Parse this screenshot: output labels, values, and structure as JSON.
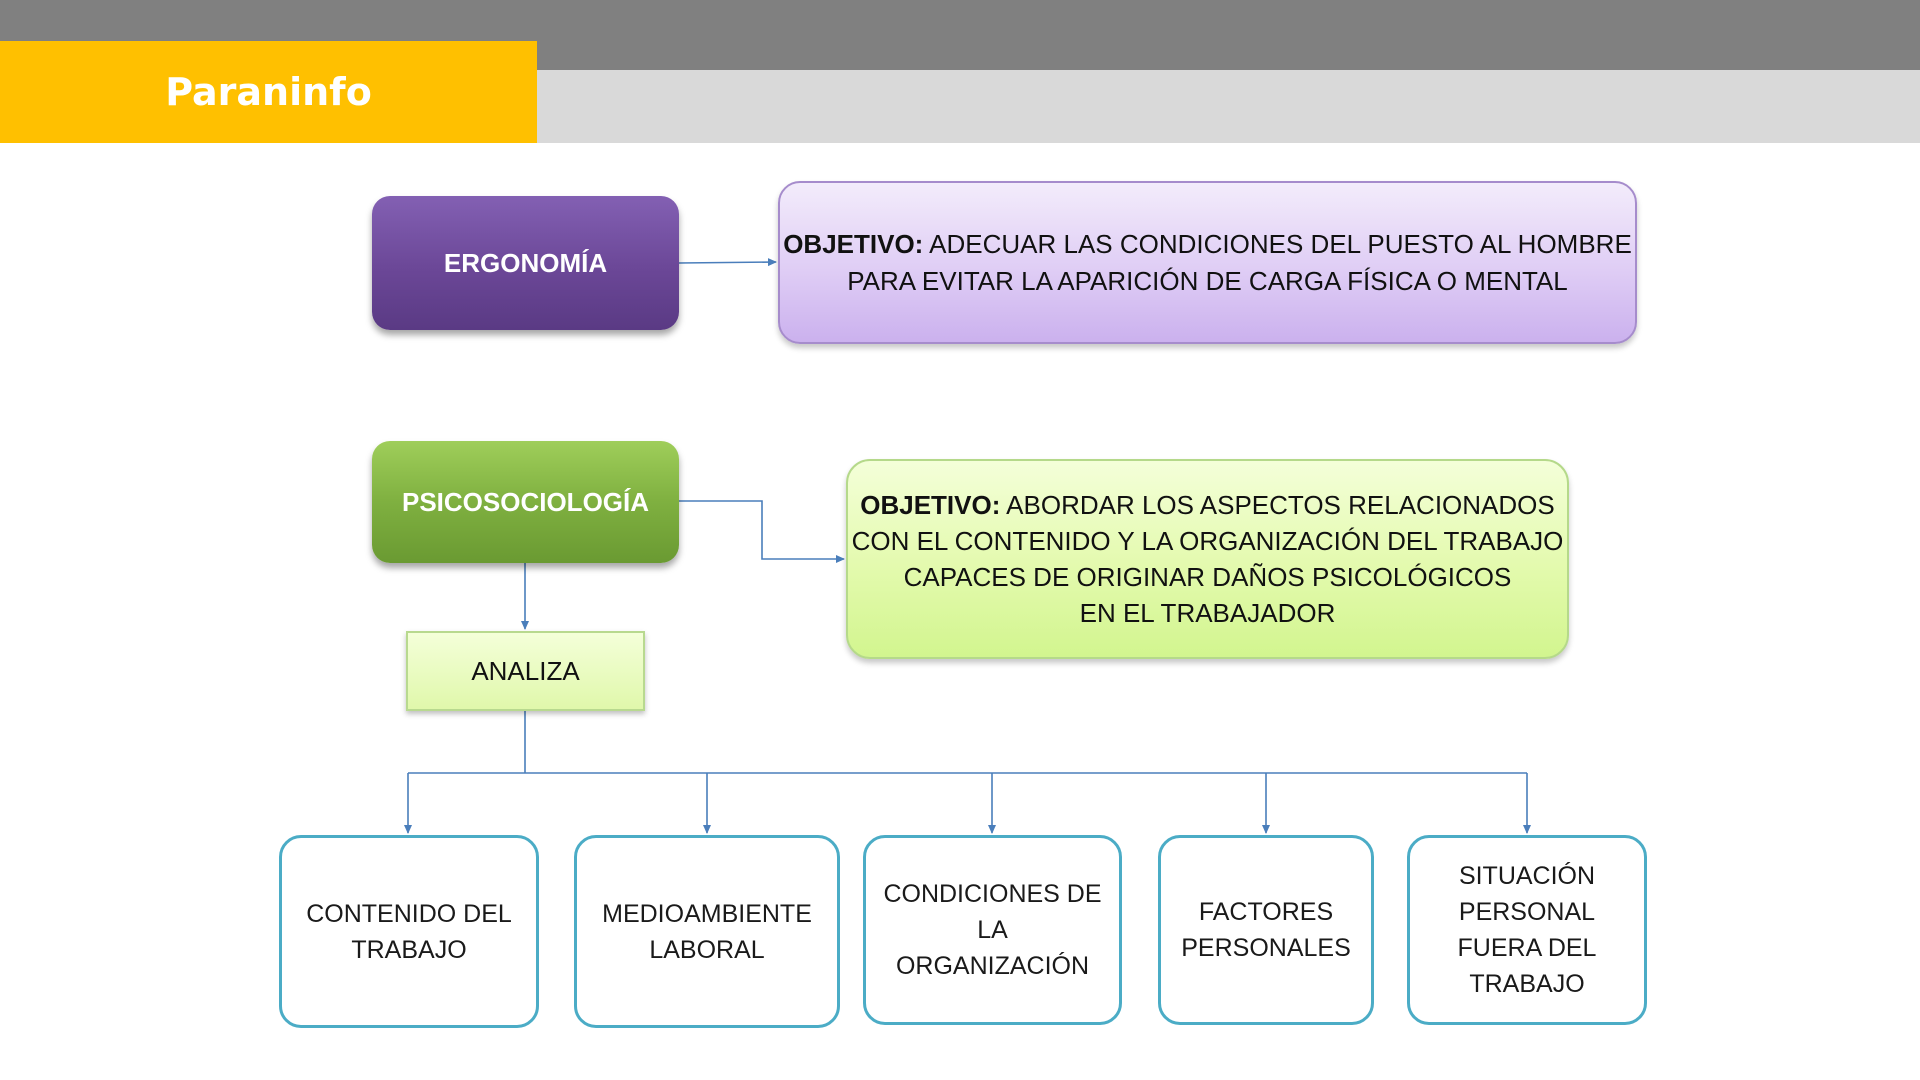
{
  "header": {
    "brand": "Paraninfo"
  },
  "ergonomia": {
    "label": "ERGONOMÍA",
    "objective_label": "OBJETIVO:",
    "objective_text": " ADECUAR LAS CONDICIONES DEL PUESTO AL HOMBRE\nPARA EVITAR LA APARICIÓN DE CARGA FÍSICA O MENTAL"
  },
  "psicosociologia": {
    "label": "PSICOSOCIOLOGÍA",
    "objective_label": "OBJETIVO:",
    "objective_text": " ABORDAR LOS ASPECTOS RELACIONADOS\nCON EL CONTENIDO Y LA ORGANIZACIÓN DEL TRABAJO\nCAPACES DE ORIGINAR DAÑOS PSICOLÓGICOS\nEN EL TRABAJADOR",
    "analiza": "ANALIZA",
    "factors": [
      "CONTENIDO DEL\nTRABAJO",
      "MEDIOAMBIENTE\nLABORAL",
      "CONDICIONES DE\nLA\nORGANIZACIÓN",
      "FACTORES\nPERSONALES",
      "SITUACIÓN\nPERSONAL\nFUERA DEL\nTRABAJO"
    ]
  },
  "colors": {
    "header_bar": "#808080",
    "header_subbar": "#d9d9d9",
    "brand_bg": "#ffc000",
    "ergonomia": "#6b4797",
    "psicosociologia": "#7fb040",
    "connector": "#4a7ebb",
    "factor_border": "#4bacc6"
  }
}
